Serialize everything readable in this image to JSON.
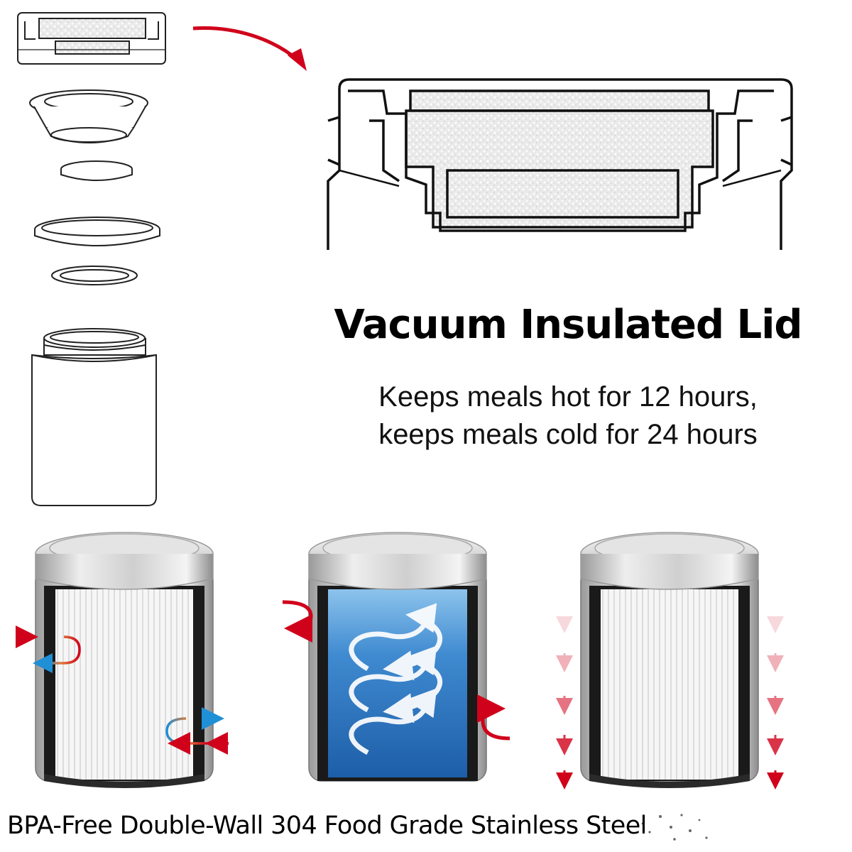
{
  "heading": {
    "title": "Vacuum Insulated Lid",
    "line1": "Keeps meals hot for 12 hours,",
    "line2": "keeps meals cold for 24 hours"
  },
  "footer": {
    "text": "BPA-Free Double-Wall 304 Food Grade Stainless Steel"
  },
  "colors": {
    "arrow_red": "#d0021b",
    "arrow_blue": "#1f8fd6",
    "water_blue": "#2f78b8",
    "foam": "#e6e6e6",
    "insulation": "#2a2a2a"
  },
  "icons": [
    "curved-red-arrow-icon",
    "heat-transfer-arrow-icon",
    "convection-arrow-icon",
    "falling-arrow-icon"
  ]
}
